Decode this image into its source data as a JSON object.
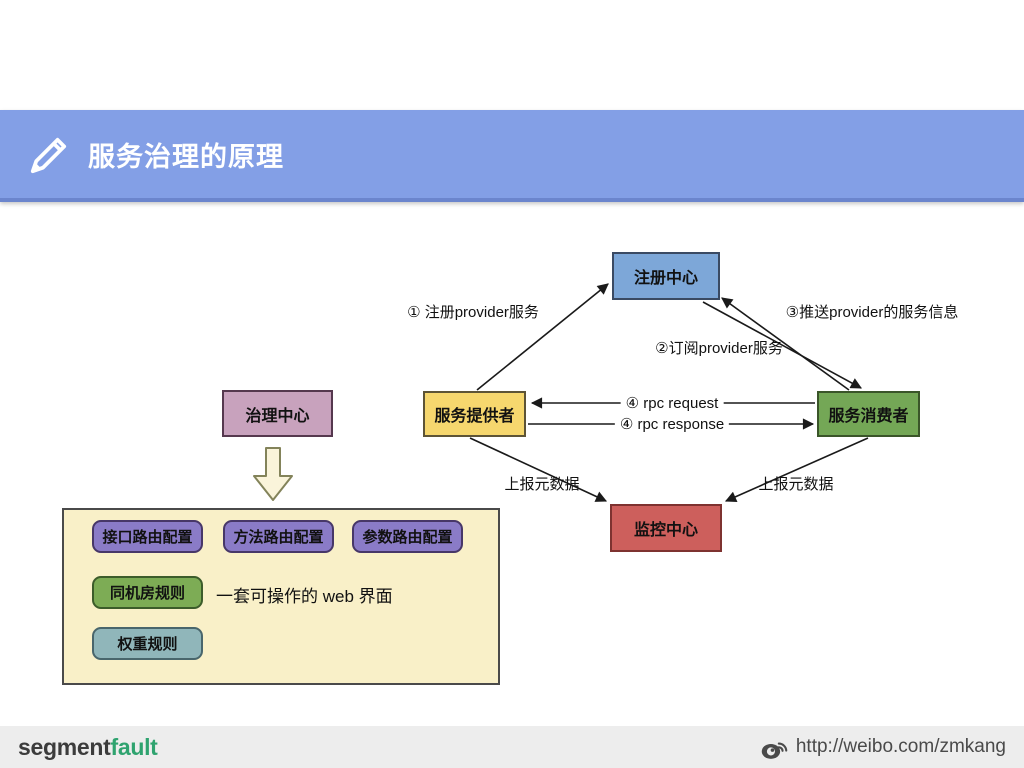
{
  "header": {
    "title": "服务治理的原理",
    "banner_color": "#839fe6"
  },
  "diagram": {
    "nodes": [
      {
        "id": "registry",
        "label": "注册中心",
        "color": "#7da7d8"
      },
      {
        "id": "governance",
        "label": "治理中心",
        "color": "#c8a2bd"
      },
      {
        "id": "provider",
        "label": "服务提供者",
        "color": "#f6d76e"
      },
      {
        "id": "consumer",
        "label": "服务消费者",
        "color": "#74a756"
      },
      {
        "id": "monitor",
        "label": "监控中心",
        "color": "#cd5f5c"
      }
    ],
    "edges": [
      {
        "from": "provider",
        "to": "registry",
        "label": "① 注册provider服务"
      },
      {
        "from": "consumer",
        "to": "registry",
        "label": "②订阅provider服务"
      },
      {
        "from": "registry",
        "to": "consumer",
        "label": "③推送provider的服务信息"
      },
      {
        "from": "consumer",
        "to": "provider",
        "label": "④ rpc request"
      },
      {
        "from": "provider",
        "to": "consumer",
        "label": "④ rpc response"
      },
      {
        "from": "provider",
        "to": "monitor",
        "label": "上报元数据"
      },
      {
        "from": "consumer",
        "to": "monitor",
        "label": "上报元数据"
      }
    ],
    "panel": {
      "buttons": [
        "接口路由配置",
        "方法路由配置",
        "参数路由配置",
        "同机房规则",
        "权重规则"
      ],
      "note": "一套可操作的 web 界面"
    }
  },
  "footer": {
    "brand_segment": "segment",
    "brand_fault": "fault",
    "weibo_url": "http://weibo.com/zmkang",
    "brand_green": "#2fa36f"
  }
}
